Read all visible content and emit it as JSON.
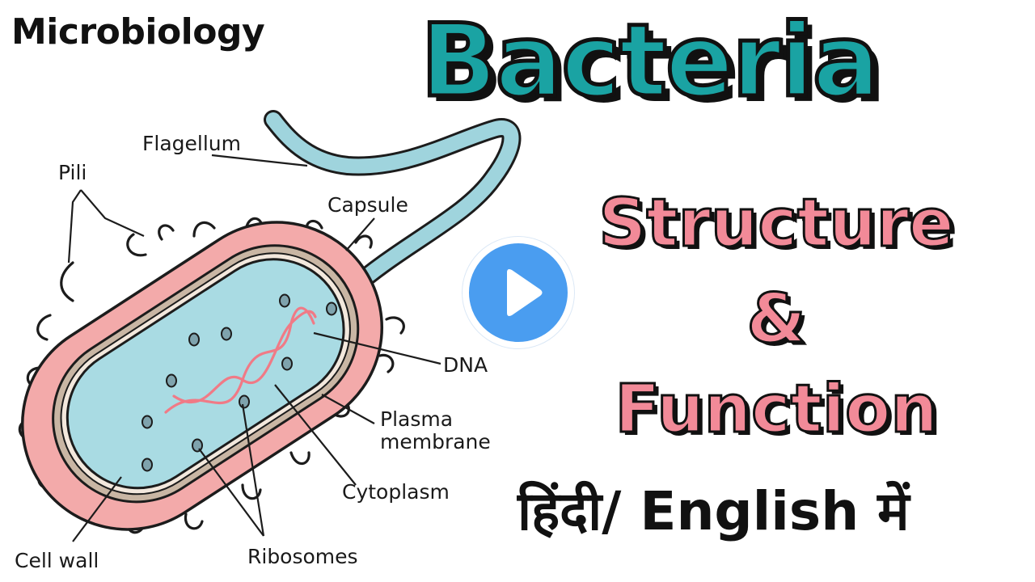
{
  "heading": "Microbiology",
  "title": "Bacteria",
  "subtitle": "Structure",
  "ampersand": "&",
  "subtitle2": "Function",
  "language_line": "हिंदी/ English में",
  "labels": {
    "flagellum": "Flagellum",
    "pili": "Pili",
    "capsule": "Capsule",
    "dna": "DNA",
    "plasma_line1": "Plasma",
    "plasma_line2": "membrane",
    "cytoplasm": "Cytoplasm",
    "cell_wall": "Cell wall",
    "ribosomes": "Ribosomes"
  },
  "colors": {
    "capsule": "#f3aaaa",
    "cell_wall": "#c9b6a4",
    "cytoplasm": "#a9dbe3",
    "flagellum": "#9fd4dd",
    "dna": "#f07a86",
    "ribosome": "#7fa3ad",
    "title": "#1aa3a3",
    "subtitle": "#f28a98",
    "play": "#4a9df0"
  },
  "icons": {
    "play": "play-icon"
  }
}
